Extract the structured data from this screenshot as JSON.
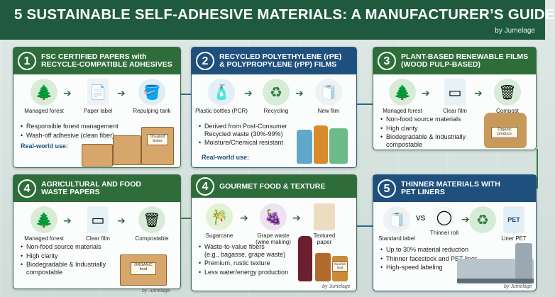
{
  "header": {
    "title": "5 SUSTAINABLE SELF-ADHESIVE MATERIALS: A MANUFACTURER’S GUIDE",
    "byline": "by Jumelage"
  },
  "colors": {
    "green": "#2e6d3a",
    "blue": "#1f4f7d",
    "header": "#1f5a3f"
  },
  "cards": [
    {
      "number": "1",
      "title": "FSC CERTIFIED PAPERS with\nRECYCLE-COMPATIBLE ADHESIVES",
      "icons": [
        {
          "name": "trees-icon",
          "caption": "Managed forest"
        },
        {
          "name": "paper-label-icon",
          "caption": "Paper label"
        },
        {
          "name": "repulping-tank-icon",
          "caption": "Repulping tank"
        }
      ],
      "bullets": [
        "Responsible forest management",
        "Wash-off adhesive (clean fiber)"
      ],
      "real_world": "Real-world use:",
      "box_label": "Dry-good\nboxes"
    },
    {
      "number": "2",
      "title": "RECYCLED POLYETHYLENE (rPE)\n& POLYPROPYLENE (rPP) FILMS",
      "icons": [
        {
          "name": "plastic-bottles-icon",
          "caption": "Plastic bottles (PCR)"
        },
        {
          "name": "recycling-icon",
          "caption": "Recycling"
        },
        {
          "name": "film-roll-icon",
          "caption": "New film"
        }
      ],
      "bullets": [
        "Derived from Post-Consumer\nRecycled waste (30%-99%)",
        "Moisture/Chemical resistant"
      ],
      "real_world": "Real-world use:"
    },
    {
      "number": "3",
      "title": "PLANT-BASED RENEWABLE FILMS\n(WOOD PULP-BASED)",
      "icons": [
        {
          "name": "trees-icon",
          "caption": "Managed forest"
        },
        {
          "name": "clear-film-icon",
          "caption": "Clear film"
        },
        {
          "name": "compost-bin-icon",
          "caption": "Compost"
        }
      ],
      "bullets": [
        "Non-food source materials",
        "High clarity",
        "Biodegradable & Industrially\ncompostable"
      ],
      "bag_label": "Organic\nproduce"
    },
    {
      "number": "4",
      "title": "AGRICULTURAL AND FOOD\nWASTE PAPERS",
      "icons": [
        {
          "name": "trees-icon",
          "caption": "Managed forest"
        },
        {
          "name": "clear-film-icon",
          "caption": "Clear film"
        },
        {
          "name": "compost-bin-icon",
          "caption": "Compostable"
        }
      ],
      "bullets": [
        "Non-food source materials",
        "High clarity",
        "Biodegradable & Industrially\ncompostable"
      ],
      "box_label": "ORGANIC\nfood"
    },
    {
      "number": "4",
      "title": "GOURMET FOOD & TEXTURE",
      "icons": [
        {
          "name": "sugarcane-icon",
          "caption": "Sugarcane"
        },
        {
          "name": "grape-icon",
          "caption": "Grape waste\n(wine making)"
        },
        {
          "name": "textured-paper-icon",
          "caption": "Textured\npaper"
        }
      ],
      "bullets": [
        "Waste-to-value fibers\n(e.g., bagasse, grape waste)",
        "Premium, rustic texture",
        "Less water/energy production"
      ],
      "jar_label": "Gourmet\nfood",
      "footer": "by Jumelage"
    },
    {
      "number": "5",
      "title": "THINNER MATERIALS WITH\nPET LINERS",
      "icons": [
        {
          "name": "standard-label-roll-icon",
          "caption": "Standard label"
        },
        {
          "name": "thinner-roll-icon",
          "caption": "Thinner roll"
        },
        {
          "name": "recycling-icon",
          "caption": ""
        },
        {
          "name": "pet-liner-icon",
          "caption": "Liner PET"
        }
      ],
      "vs": "VS",
      "pet_text": "PET",
      "bullets": [
        "Up to 30% material reduction",
        "Thinner facestock and PET liner",
        "High-speed labeling"
      ],
      "footer": "by Jumelage"
    }
  ],
  "footer_left": "by Jumelage"
}
